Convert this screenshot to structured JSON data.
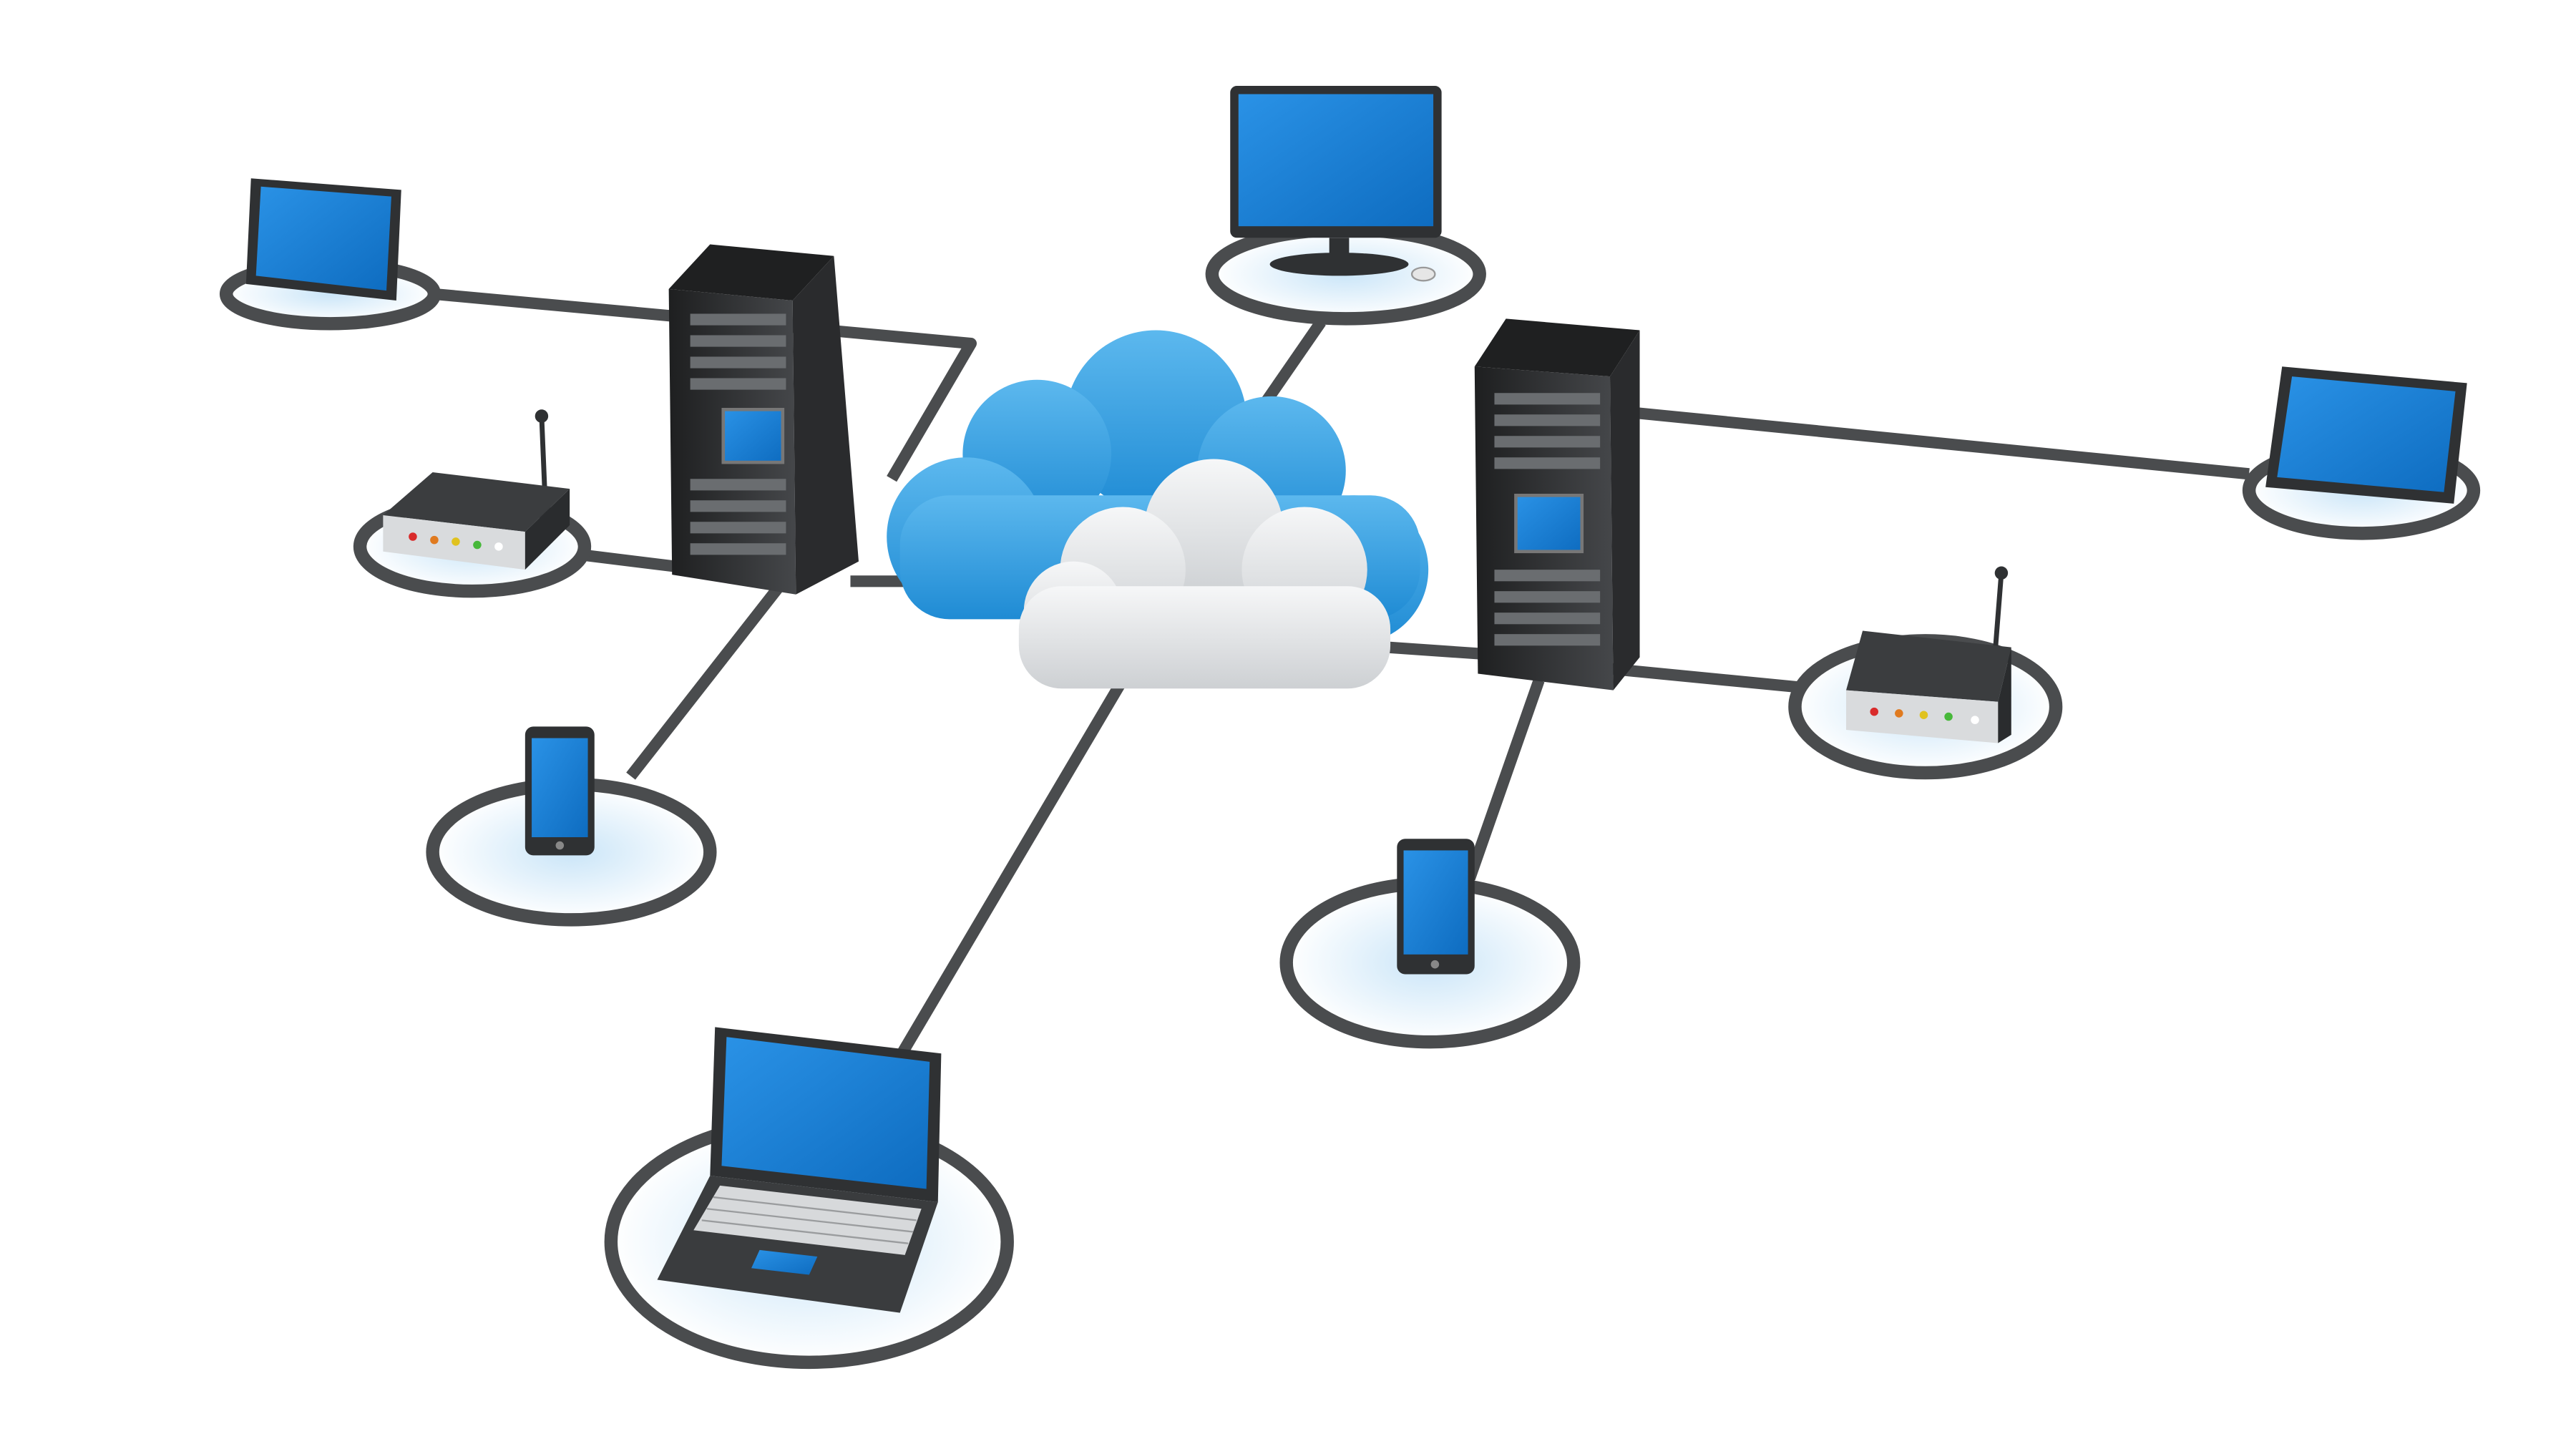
{
  "illustration": {
    "subject": "cloud-network",
    "nodes": [
      "cloud",
      "server-left",
      "server-right",
      "monitor",
      "tablet-left",
      "tablet-right",
      "router-left",
      "router-right",
      "phone-left",
      "phone-right",
      "laptop"
    ]
  },
  "colors": {
    "background": "#ffffff",
    "screen_blue": "#1a7fd4",
    "cloud_blue": "#3aa2e0",
    "cloud_white": "#e4e6e8",
    "device_dark": "#2f3133",
    "ring_gray": "#4a4c4e",
    "router_led_colors": [
      "#d92b2b",
      "#e07a1f",
      "#e0c21f",
      "#47b83a",
      "#e8e8e8"
    ]
  }
}
